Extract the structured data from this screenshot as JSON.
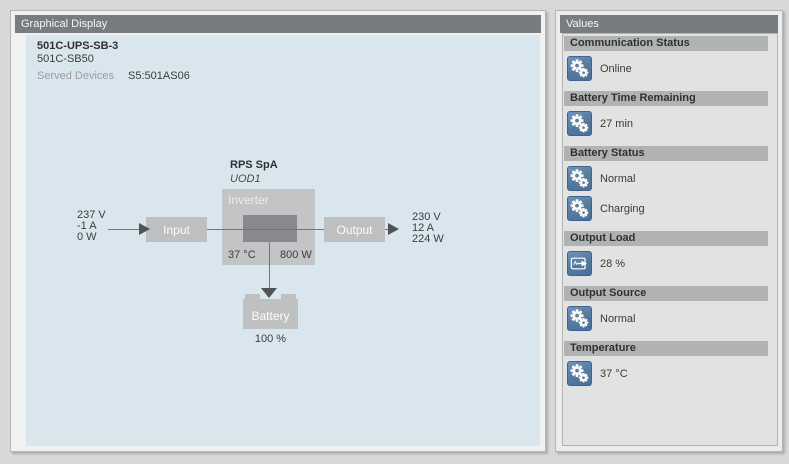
{
  "graphical_display": {
    "title": "Graphical Display",
    "device": {
      "name": "501C-UPS-SB-3",
      "model": "501C-SB50",
      "served_devices_label": "Served Devices",
      "served_devices_value": "S5:501AS06"
    },
    "diagram": {
      "unit_name": "RPS SpA",
      "unit_id": "UOD1",
      "input_label": "Input",
      "inverter_label": "Inverter",
      "output_label": "Output",
      "battery_label": "Battery",
      "input_lines": [
        "237 V",
        "-1 A",
        "0 W"
      ],
      "output_lines": [
        "230 V",
        "12 A",
        "224 W"
      ],
      "inverter_temp": "37 °C",
      "inverter_power": "800 W",
      "battery_charge": "100 %"
    }
  },
  "values": {
    "title": "Values",
    "sections": [
      {
        "label": "Communication Status",
        "items": [
          {
            "icon": "gears-icon",
            "value": "Online"
          }
        ]
      },
      {
        "label": "Battery Time Remaining",
        "items": [
          {
            "icon": "gears-icon",
            "value": "27 min"
          }
        ]
      },
      {
        "label": "Battery Status",
        "items": [
          {
            "icon": "gears-icon",
            "value": "Normal"
          },
          {
            "icon": "gears-icon",
            "value": "Charging"
          }
        ]
      },
      {
        "label": "Output Load",
        "items": [
          {
            "icon": "output-load-icon",
            "value": "28 %"
          }
        ]
      },
      {
        "label": "Output Source",
        "items": [
          {
            "icon": "gears-icon",
            "value": "Normal"
          }
        ]
      },
      {
        "label": "Temperature",
        "items": [
          {
            "icon": "gears-icon",
            "value": "37 °C"
          }
        ]
      }
    ]
  },
  "colors": {
    "page_background": "#d7d8d9",
    "panel_background": "#f0f1f1",
    "panel_header": "#787c7f",
    "section_bar": "#b1b2b4",
    "diagram_background": "#d9e6ee",
    "diagram_box": "#bfc0c2",
    "inverter_core": "#87898c",
    "icon_blue": "#53799f"
  }
}
